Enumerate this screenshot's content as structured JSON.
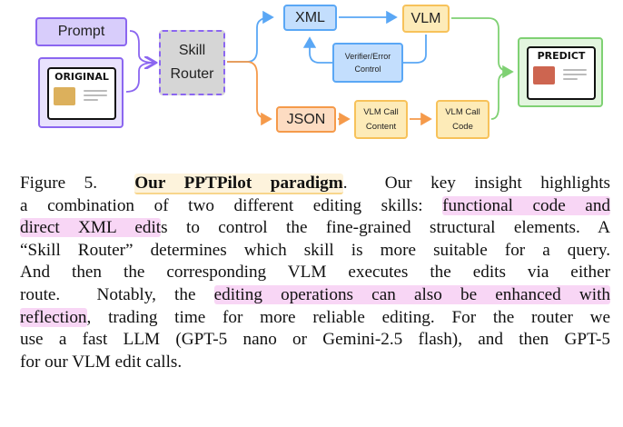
{
  "figure": {
    "nodes": {
      "prompt": "Prompt",
      "original": "ORIGINAL",
      "router": [
        "Skill",
        "Router"
      ],
      "xml": "XML",
      "vlm": "VLM",
      "verifier": [
        "Verifier/Error",
        "Control"
      ],
      "json": "JSON",
      "call_content": [
        "VLM Call",
        "Content"
      ],
      "call_code": [
        "VLM Call",
        "Code"
      ],
      "predict": "PREDICT"
    },
    "colors": {
      "purple": "#8b66f0",
      "blue": "#5aa7f5",
      "orange": "#f59a4a",
      "green": "#7fd173",
      "yellow": "#f7c25a"
    }
  },
  "caption": {
    "lines": [
      [
        {
          "t": "Figure 5.  "
        },
        {
          "t": "Our PPTPilot paradigm",
          "h": "y"
        },
        {
          "t": ".  Our key insight highlights"
        }
      ],
      [
        {
          "t": "a combination of two different editing skills: "
        },
        {
          "t": "functional code and",
          "h": "p"
        }
      ],
      [
        {
          "t": "direct XML edit",
          "h": "p"
        },
        {
          "t": "s to control the fine-grained structural elements. A"
        }
      ],
      [
        {
          "t": "“Skill Router” determines which skill is more suitable for a query."
        }
      ],
      [
        {
          "t": "And then the corresponding VLM executes the edits via either"
        }
      ],
      [
        {
          "t": "route.  Notably, the "
        },
        {
          "t": "editing operations can also be enhanced with",
          "h": "p"
        }
      ],
      [
        {
          "t": "reflection",
          "h": "p"
        },
        {
          "t": ", trading time for more reliable editing. For the router we"
        }
      ],
      [
        {
          "t": "use a fast LLM (GPT-5 nano or Gemini-2.5 flash), and then GPT-5"
        }
      ],
      [
        {
          "t": "for our VLM edit calls."
        }
      ]
    ]
  }
}
